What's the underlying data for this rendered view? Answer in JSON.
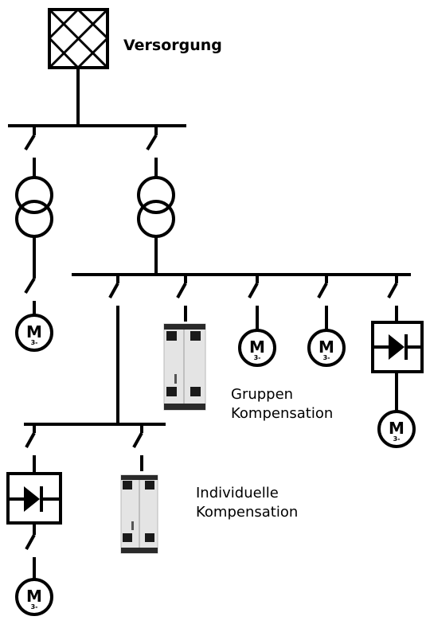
{
  "labels": {
    "supply": "Versorgung",
    "group_comp_line1": "Gruppen",
    "group_comp_line2": "Kompensation",
    "individual_comp_line1": "Individuelle",
    "individual_comp_line2": "Kompensation"
  },
  "motor": {
    "letter": "M",
    "subscript": "3-"
  },
  "colors": {
    "line": "#000000",
    "cabinet_body": "#e4e4e4",
    "cabinet_dark": "#1a1a1a"
  }
}
